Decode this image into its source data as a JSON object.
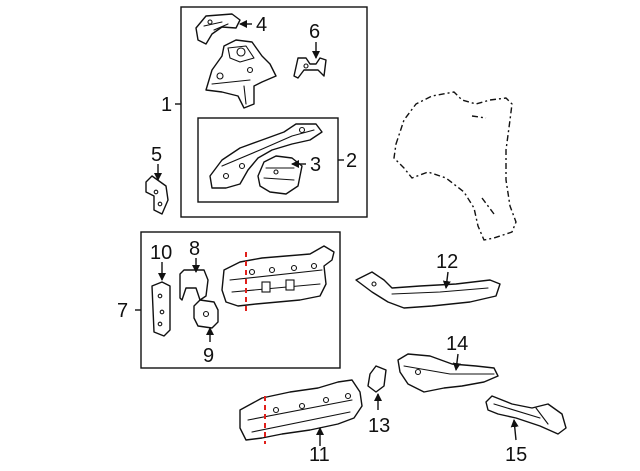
{
  "callouts": {
    "c1": "1",
    "c2": "2",
    "c3": "3",
    "c4": "4",
    "c5": "5",
    "c6": "6",
    "c7": "7",
    "c8": "8",
    "c9": "9",
    "c10": "10",
    "c11": "11",
    "c12": "12",
    "c13": "13",
    "c14": "14",
    "c15": "15"
  },
  "colors": {
    "line": "#111111",
    "cut_line": "#e0201b",
    "background": "#ffffff"
  }
}
